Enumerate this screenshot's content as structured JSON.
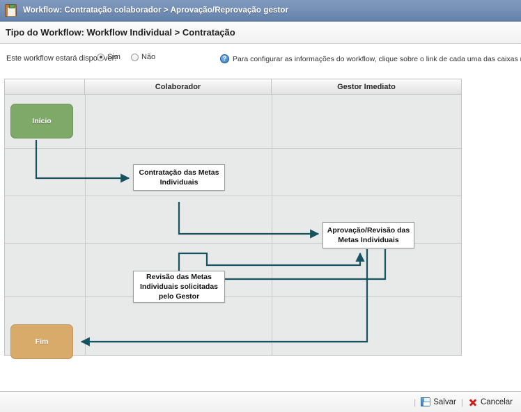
{
  "titlebar": {
    "icon": "clipboard-icon",
    "text": "Workflow: Contratação colaborador > Aprovação/Reprovação gestor"
  },
  "subheader": {
    "text": "Tipo do Workflow: Workflow Individual > Contratação"
  },
  "options": {
    "availability_label": "Este workflow estará disponível?",
    "radio_yes": "Sim",
    "radio_no": "Não",
    "selected": "Sim",
    "help_icon": "question-mark-icon",
    "help_text": "Para configurar as informações do workflow, clique sobre o link de cada uma das caixas no fluxo abaixo"
  },
  "flow": {
    "columns": [
      "",
      "Colaborador",
      "Gestor Imediato"
    ],
    "nodes": [
      {
        "id": "inicio",
        "label": "Início",
        "kind": "terminal-start",
        "column": 0,
        "row": 0
      },
      {
        "id": "contratacao",
        "label": "Contratação das Metas Individuais",
        "kind": "task",
        "column": 1,
        "row": 1
      },
      {
        "id": "aprovacao",
        "label": "Aprovação/Revisão das Metas Individuais",
        "kind": "task",
        "column": 2,
        "row": 2
      },
      {
        "id": "revisao",
        "label": "Revisão das Metas Individuais solicitadas pelo Gestor",
        "kind": "task",
        "column": 1,
        "row": 3
      },
      {
        "id": "fim",
        "label": "Fim",
        "kind": "terminal-end",
        "column": 0,
        "row": 4
      }
    ],
    "edges": [
      {
        "from": "inicio",
        "to": "contratacao"
      },
      {
        "from": "contratacao",
        "to": "aprovacao"
      },
      {
        "from": "aprovacao",
        "to": "revisao"
      },
      {
        "from": "revisao",
        "to": "aprovacao"
      },
      {
        "from": "aprovacao",
        "to": "fim"
      }
    ],
    "connector_color": "#14535f",
    "start_color": "#7fa968",
    "end_color": "#d9ab6b"
  },
  "footer": {
    "save_label": "Salvar",
    "cancel_label": "Cancelar",
    "save_icon": "floppy-disk-icon",
    "cancel_icon": "red-x-icon"
  }
}
